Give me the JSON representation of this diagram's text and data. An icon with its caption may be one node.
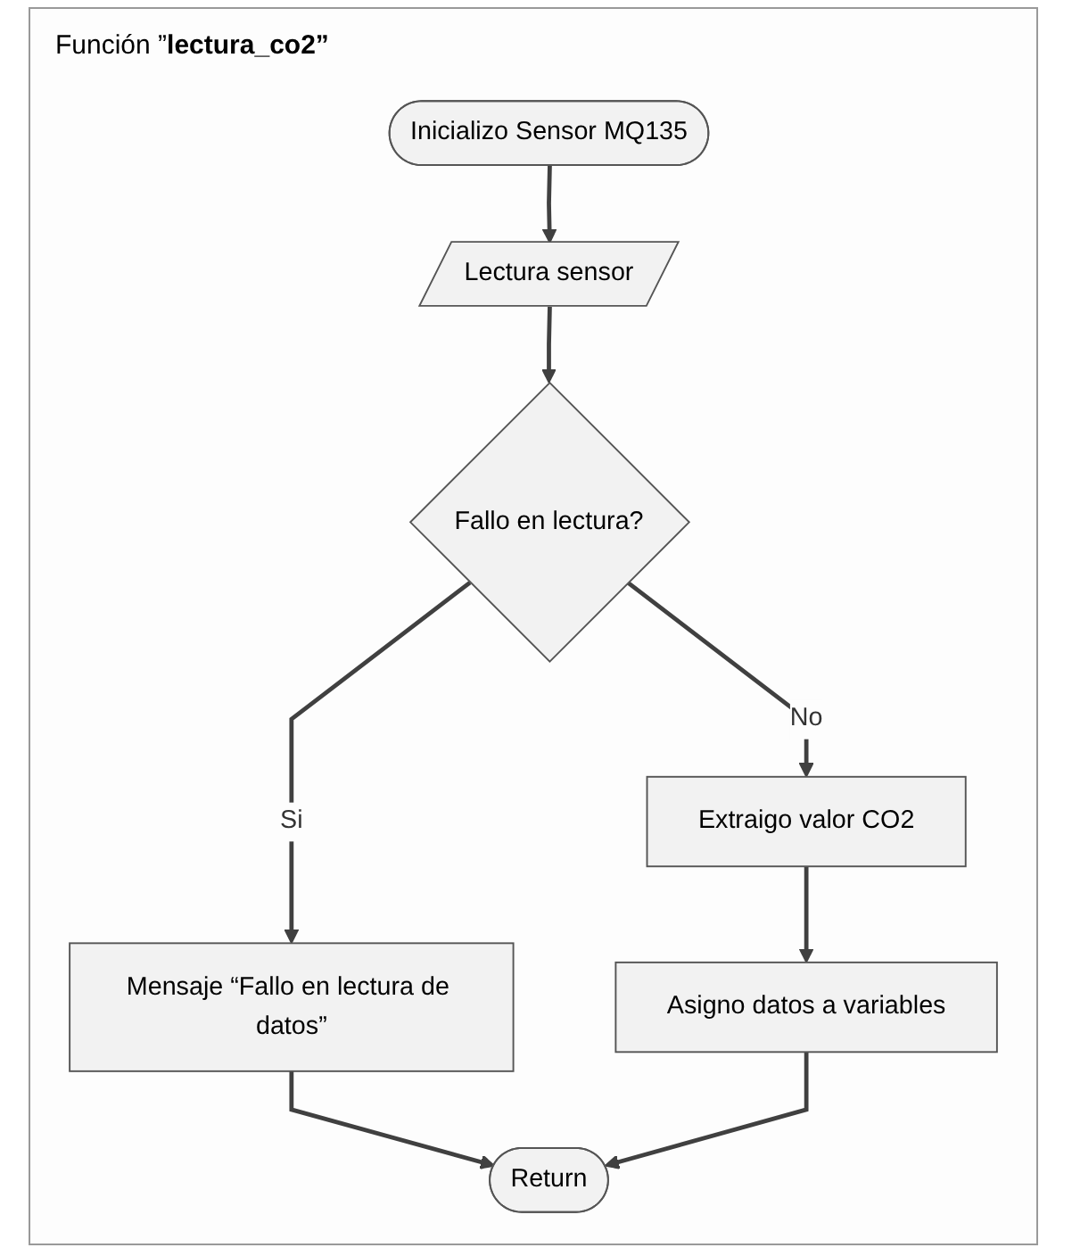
{
  "diagram": {
    "title": "Función ”**lectura_co2”**",
    "nodes": [
      {
        "text": [
          "Inicializo Sensor MQ135"
        ]
      },
      {
        "text": [
          "Lectura sensor"
        ]
      },
      {
        "text": [
          "Fallo en lectura?"
        ]
      },
      {
        "text": [
          "Mensaje “Fallo en lectura de datos”"
        ]
      },
      {
        "text": [
          "Extraigo valor CO2"
        ]
      },
      {
        "text": [
          "Asigno datos a variables"
        ]
      },
      {
        "text": [
          "Return"
        ]
      }
    ],
    "edges": [
      {
        "from": 0,
        "to": 1,
        "arrow": "to"
      },
      {
        "from": 1,
        "to": 2,
        "arrow": "to"
      },
      {
        "from": 2,
        "to": 3,
        "arrow": "to",
        "label": "Si"
      },
      {
        "from": 2,
        "to": 4,
        "arrow": "to",
        "label": "No"
      },
      {
        "from": 4,
        "to": 5,
        "arrow": "to"
      },
      {
        "from": 3,
        "to": 6,
        "arrow": "to"
      },
      {
        "from": 5,
        "to": 6,
        "arrow": "to"
      }
    ]
  }
}
